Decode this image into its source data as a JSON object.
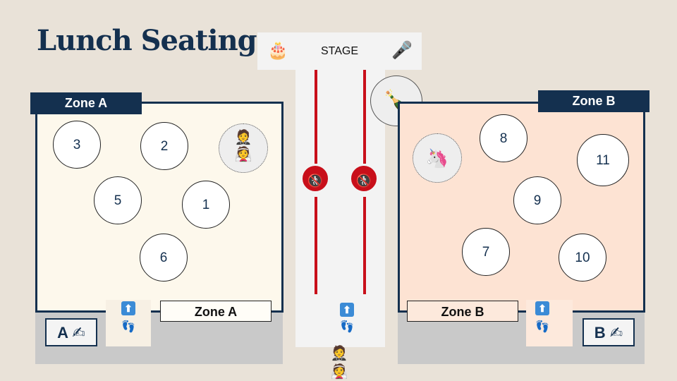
{
  "title": "Lunch Seating",
  "stage": {
    "label": "STAGE",
    "left_icon": "birthday-cake-icon",
    "right_icon": "microphone-icon",
    "left_glyph": "🎂",
    "right_glyph": "🎤"
  },
  "champagne": {
    "icon": "champagne-icon",
    "glyph": "🍾"
  },
  "aisle": {
    "no_entry_icon": "no-pedestrians-icon",
    "no_entry_glyph": "🚷",
    "entry_arrow_glyph": "⬆",
    "footprints_glyph": "👣"
  },
  "couple_glyph_top": "🤵",
  "couple_glyph_bottom": "👰",
  "zone_a": {
    "tag": "Zone A",
    "floor_label": "Zone A",
    "sign_letter": "A",
    "sign_glyph": "✍",
    "tables": [
      "3",
      "2",
      "5",
      "1",
      "6"
    ],
    "vip_icon": "bride-and-groom-icon"
  },
  "zone_b": {
    "tag": "Zone B",
    "floor_label": "Zone B",
    "sign_letter": "B",
    "sign_glyph": "✍",
    "tables": [
      "8",
      "11",
      "9",
      "7",
      "10"
    ],
    "vip_icon": "unicorn-icon",
    "vip_glyph": "🦄"
  },
  "colors": {
    "navy": "#14304f",
    "rope_red": "#c80f1a",
    "zone_a_fill": "#fdf8ec",
    "zone_b_fill": "#fde3d3",
    "arrow_blue": "#3b8bd6",
    "background": "#e9e2d8"
  }
}
